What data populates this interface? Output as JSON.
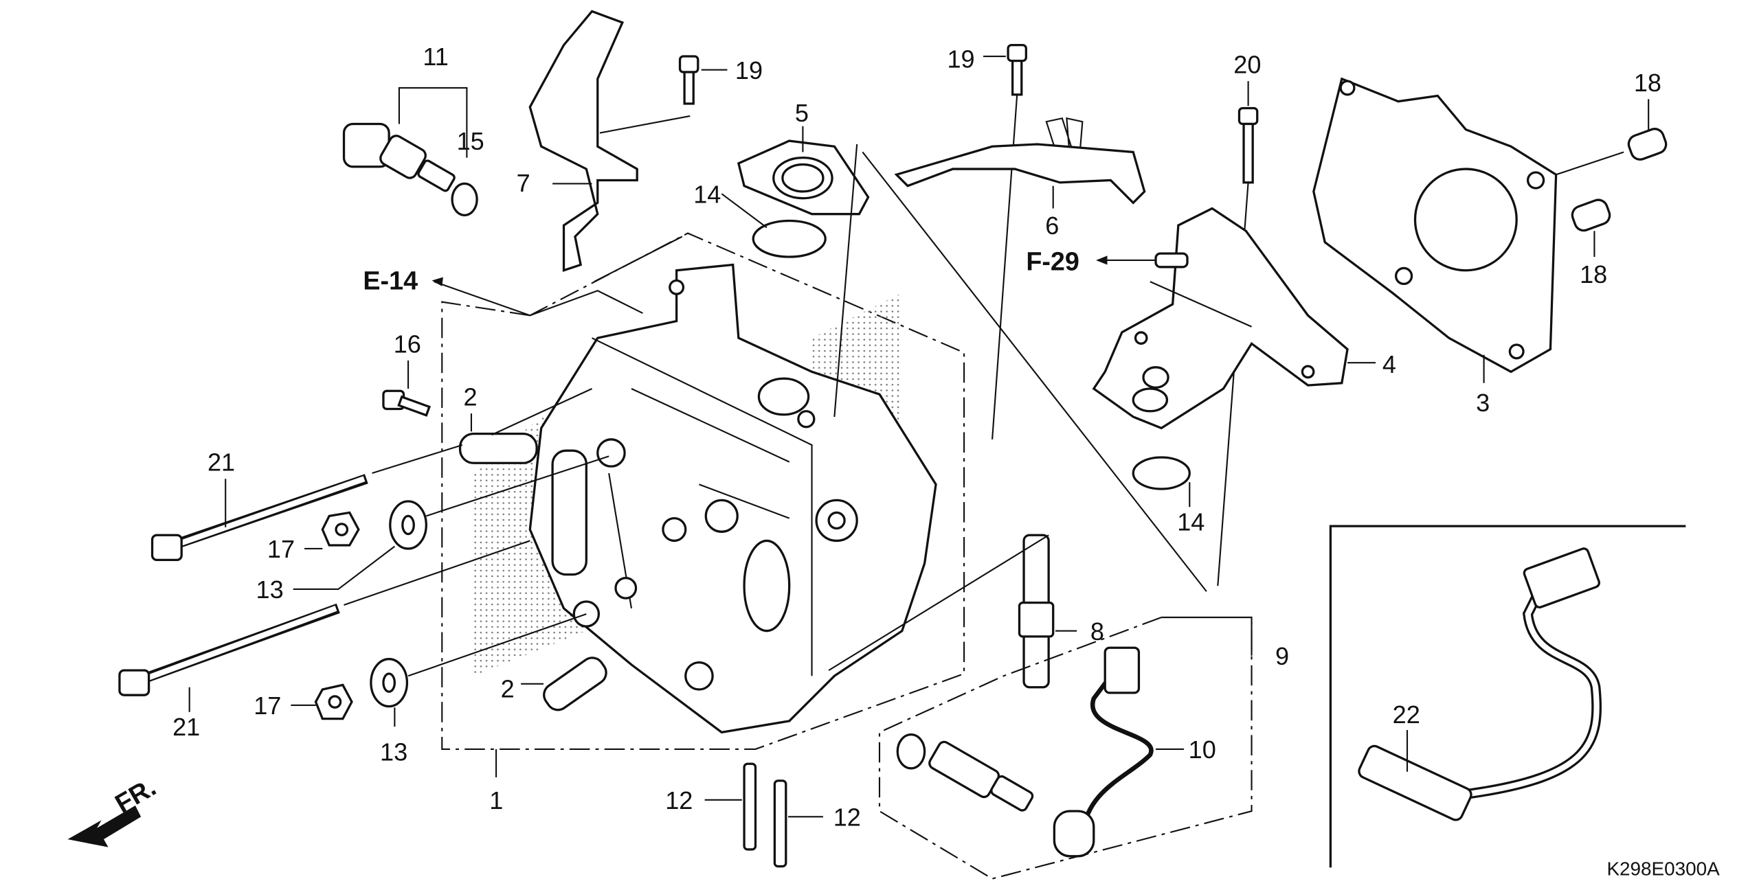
{
  "diagram": {
    "callouts": [
      "11",
      "15",
      "19",
      "7",
      "5",
      "14",
      "19",
      "6",
      "20",
      "18",
      "18",
      "3",
      "4",
      "16",
      "2",
      "21",
      "17",
      "13",
      "14",
      "8",
      "9",
      "2",
      "21",
      "17",
      "13",
      "1",
      "12",
      "12",
      "10",
      "22"
    ],
    "references": {
      "e14": "E-14",
      "f29": "F-29"
    },
    "front_marker": "FR.",
    "drawing_code": "K298E0300A"
  }
}
